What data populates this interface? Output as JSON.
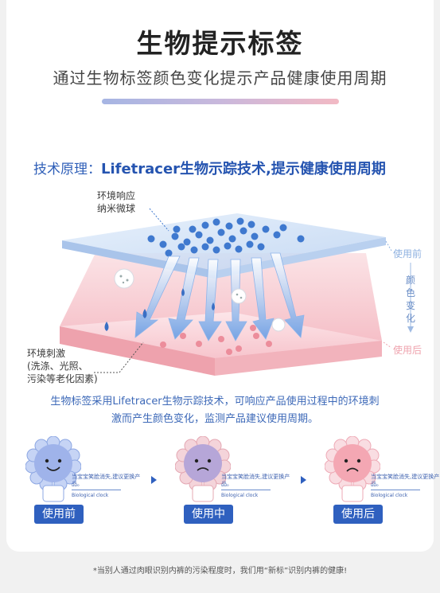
{
  "header": {
    "title": "生物提示标签",
    "subtitle": "通过生物标签颜色变化提示产品健康使用周期"
  },
  "tech": {
    "prefix": "技术原理：",
    "headline": "Lifetracer生物示踪技术,提示健康使用周期"
  },
  "diagram": {
    "label_nano_1": "环境响应",
    "label_nano_2": "纳米微球",
    "label_stim_1": "环境刺激",
    "label_stim_2": "(洗涤、光照、",
    "label_stim_3": "污染等老化因素)",
    "before_use": "使用前",
    "after_use": "使用后",
    "color_change": "颜色变化"
  },
  "description": "生物标签采用Lifetracer生物示踪技术，可响应产品使用过程中的环境刺激而产生颜色变化，监测产品建议使用周期。",
  "stages": [
    {
      "label": "使用前",
      "note": "当宝宝笑脸消失,建议更换产品。",
      "note_en": "Biological clock"
    },
    {
      "label": "使用中",
      "note": "当宝宝笑脸消失,建议更换产品。",
      "note_en": "Biological clock"
    },
    {
      "label": "使用后",
      "note": "当宝宝笑脸消失,建议更换产品。",
      "note_en": "Biological clock"
    }
  ],
  "footer": "*当别人通过肉眼识别内裤的污染程度时，我们用“新标”识别内裤的健康!",
  "colors": {
    "accent_blue": "#2f60bf",
    "pink": "#f2b9c4",
    "light_blue": "#a6b5e3"
  }
}
